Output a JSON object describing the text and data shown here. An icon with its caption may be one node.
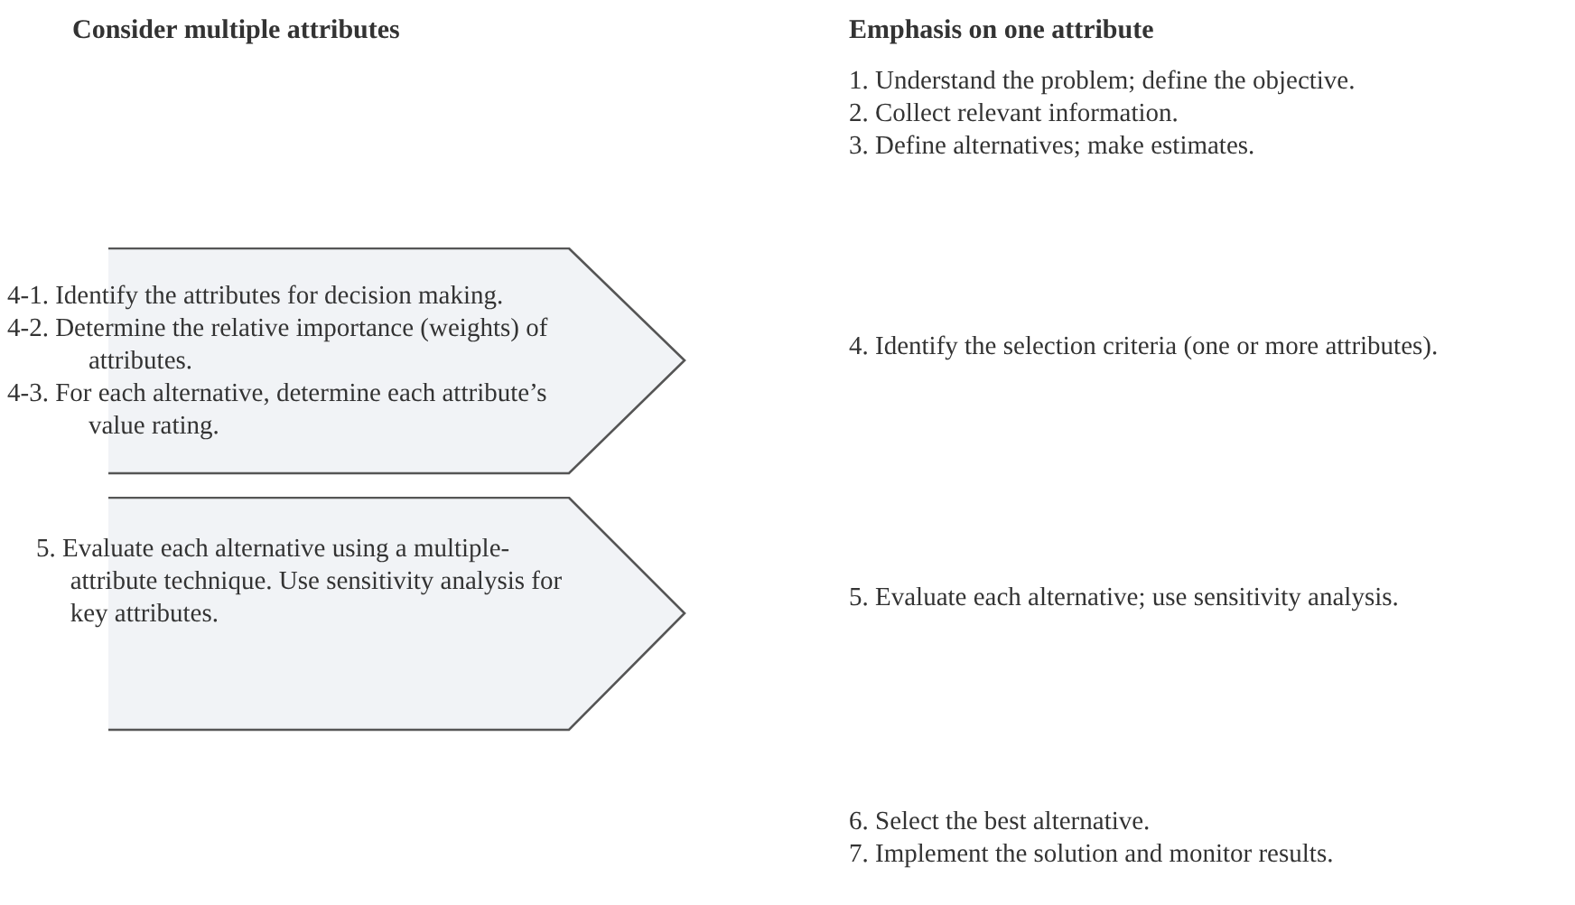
{
  "diagram": {
    "nodes": [
      {
        "text": [
          "4-1. Identify the attributes for decision making.",
          "4-2. Determine the relative importance (weights) of attributes.",
          "4-3. For each alternative, determine each attribute’s value rating."
        ]
      },
      {
        "text": [
          "5. Evaluate each alternative using a multiple-attribute technique. Use sensitivity analysis for key attributes."
        ]
      }
    ],
    "labels": [
      "Consider multiple attributes",
      "Emphasis on one attribute",
      "1. Understand the problem; define the objective.",
      "2. Collect relevant information.",
      "3. Define alternatives; make estimates.",
      "4. Identify the selection criteria (one or more attributes).",
      "5. Evaluate each alternative; use sensitivity analysis.",
      "6. Select the best alternative.",
      "7. Implement the solution and monitor results."
    ]
  }
}
